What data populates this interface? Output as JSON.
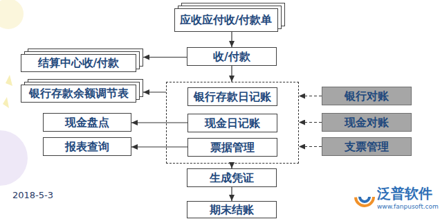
{
  "diagram": {
    "nodes": [
      {
        "text": [
          "应收应付收/付款单"
        ]
      },
      {
        "text": [
          "收/付款"
        ]
      },
      {
        "text": [
          "结算中心收/付款"
        ]
      },
      {
        "text": [
          "银行存款余额调节表"
        ]
      },
      {
        "text": []
      },
      {
        "text": [
          "银行存款日记账"
        ],
        "in": 4
      },
      {
        "text": [
          "现金日记账"
        ],
        "in": 4
      },
      {
        "text": [
          "票据管理"
        ],
        "in": 4
      },
      {
        "text": [
          "银行对账"
        ]
      },
      {
        "text": [
          "现金盘点"
        ]
      },
      {
        "text": [
          "现金对账"
        ]
      },
      {
        "text": [
          "报表查询"
        ]
      },
      {
        "text": [
          "支票管理"
        ]
      },
      {
        "text": [
          "生成凭证"
        ]
      },
      {
        "text": [
          "期末结账"
        ]
      }
    ],
    "edges": [
      {
        "from": 0,
        "to": 1,
        "arrow": "to"
      },
      {
        "from": 1,
        "to": 2,
        "arrow": "to"
      },
      {
        "from": 1,
        "to": 4,
        "arrow": "to"
      },
      {
        "from": 4,
        "to": 3,
        "arrow": "to"
      },
      {
        "from": 6,
        "to": 9,
        "arrow": "to"
      },
      {
        "from": 7,
        "to": 11,
        "arrow": "to"
      },
      {
        "from": 8,
        "to": 4,
        "arrow": "to"
      },
      {
        "from": 10,
        "to": 4,
        "arrow": "to"
      },
      {
        "from": 12,
        "to": 4,
        "arrow": "to"
      },
      {
        "from": 4,
        "to": 13,
        "arrow": "to"
      },
      {
        "from": 13,
        "to": 14,
        "arrow": "to"
      }
    ],
    "labels": [
      "2018-5-3",
      "泛普软件",
      "www.fanpusoft.com"
    ]
  }
}
